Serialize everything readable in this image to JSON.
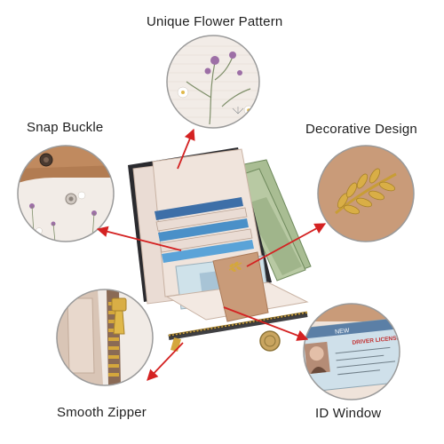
{
  "labels": {
    "flower_pattern": "Unique Flower Pattern",
    "snap_buckle": "Snap Buckle",
    "decorative_design": "Decorative Design",
    "smooth_zipper": "Smooth Zipper",
    "id_window": "ID Window"
  },
  "card_text": {
    "driver_license": "DRIVER LICENSE",
    "state": "NEW"
  },
  "colors": {
    "arrow": "#d42222",
    "wallet_body": "#f0e4dc",
    "wallet_tan": "#c99b79",
    "wallet_dark": "#2a2a2e",
    "gold": "#d4a73c",
    "money": "#9fb58c"
  }
}
